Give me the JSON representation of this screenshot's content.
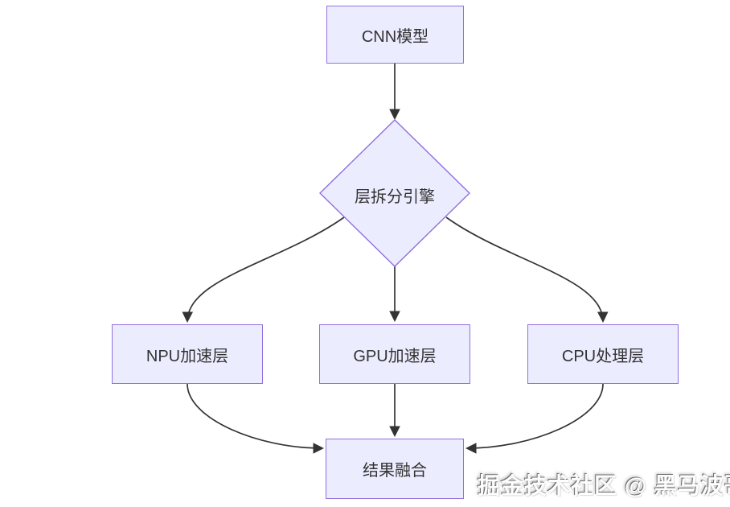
{
  "diagram": {
    "type": "flowchart",
    "direction": "top-down",
    "nodes": {
      "cnn": {
        "label": "CNN模型",
        "shape": "rect"
      },
      "splitter": {
        "label": "层拆分引擎",
        "shape": "diamond"
      },
      "npu": {
        "label": "NPU加速层",
        "shape": "rect"
      },
      "gpu": {
        "label": "GPU加速层",
        "shape": "rect"
      },
      "cpu": {
        "label": "CPU处理层",
        "shape": "rect"
      },
      "fusion": {
        "label": "结果融合",
        "shape": "rect"
      }
    },
    "edges": [
      {
        "from": "cnn",
        "to": "splitter"
      },
      {
        "from": "splitter",
        "to": "npu"
      },
      {
        "from": "splitter",
        "to": "gpu"
      },
      {
        "from": "splitter",
        "to": "cpu"
      },
      {
        "from": "npu",
        "to": "fusion"
      },
      {
        "from": "gpu",
        "to": "fusion"
      },
      {
        "from": "cpu",
        "to": "fusion"
      }
    ],
    "colors": {
      "node_fill": "#ECECFF",
      "node_border": "#9370DB",
      "edge": "#333333",
      "text": "#333333",
      "background": "#FFFFFF"
    }
  },
  "watermark": {
    "text": "掘金技术社区 @ 黑马波哥"
  }
}
